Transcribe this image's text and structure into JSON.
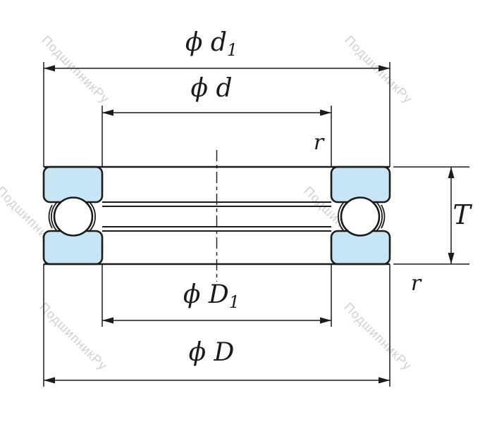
{
  "watermark": {
    "text": "ПодшипникРу",
    "color": "#c9c9c9"
  },
  "colors": {
    "washer_fill": "#c6e6f6",
    "line": "#1b1b1b"
  },
  "labels": {
    "d1": {
      "main": "ϕ d",
      "sub": "1"
    },
    "d": {
      "main": "ϕ d",
      "sub": ""
    },
    "r_top": {
      "main": "r",
      "sub": ""
    },
    "T": {
      "main": "T",
      "sub": ""
    },
    "D1": {
      "main": "ϕ D",
      "sub": "1"
    },
    "D": {
      "main": "ϕ D",
      "sub": ""
    },
    "r_bottom": {
      "main": "r",
      "sub": ""
    }
  }
}
